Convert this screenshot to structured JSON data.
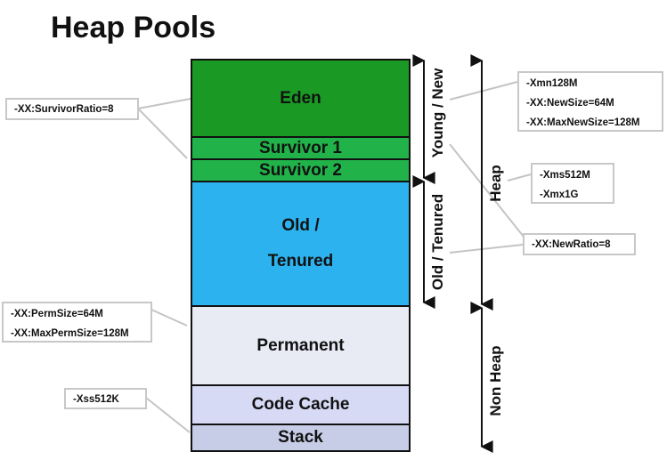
{
  "title": "Heap Pools",
  "pools": {
    "eden": "Eden",
    "survivor1": "Survivor 1",
    "survivor2": "Survivor 2",
    "old_line1": "Old /",
    "old_line2": "Tenured",
    "permanent": "Permanent",
    "code_cache": "Code Cache",
    "stack": "Stack"
  },
  "regions": {
    "young": "Young / New",
    "old": "Old / Tenured",
    "heap": "Heap",
    "non_heap": "Non Heap"
  },
  "options": {
    "survivor_ratio": "-XX:SurvivorRatio=8",
    "young": [
      "-Xmn128M",
      "-XX:NewSize=64M",
      "-XX:MaxNewSize=128M"
    ],
    "heap": [
      "-Xms512M",
      "-Xmx1G"
    ],
    "new_ratio": "-XX:NewRatio=8",
    "perm": [
      "-XX:PermSize=64M",
      "-XX:MaxPermSize=128M"
    ],
    "stack": "-Xss512K"
  },
  "colors": {
    "eden": "#1a9a24",
    "survivor": "#21b34a",
    "old": "#2cb3ef",
    "permanent": "#e8eaf4",
    "code_cache": "#d6daf5",
    "stack": "#c7cde6"
  }
}
